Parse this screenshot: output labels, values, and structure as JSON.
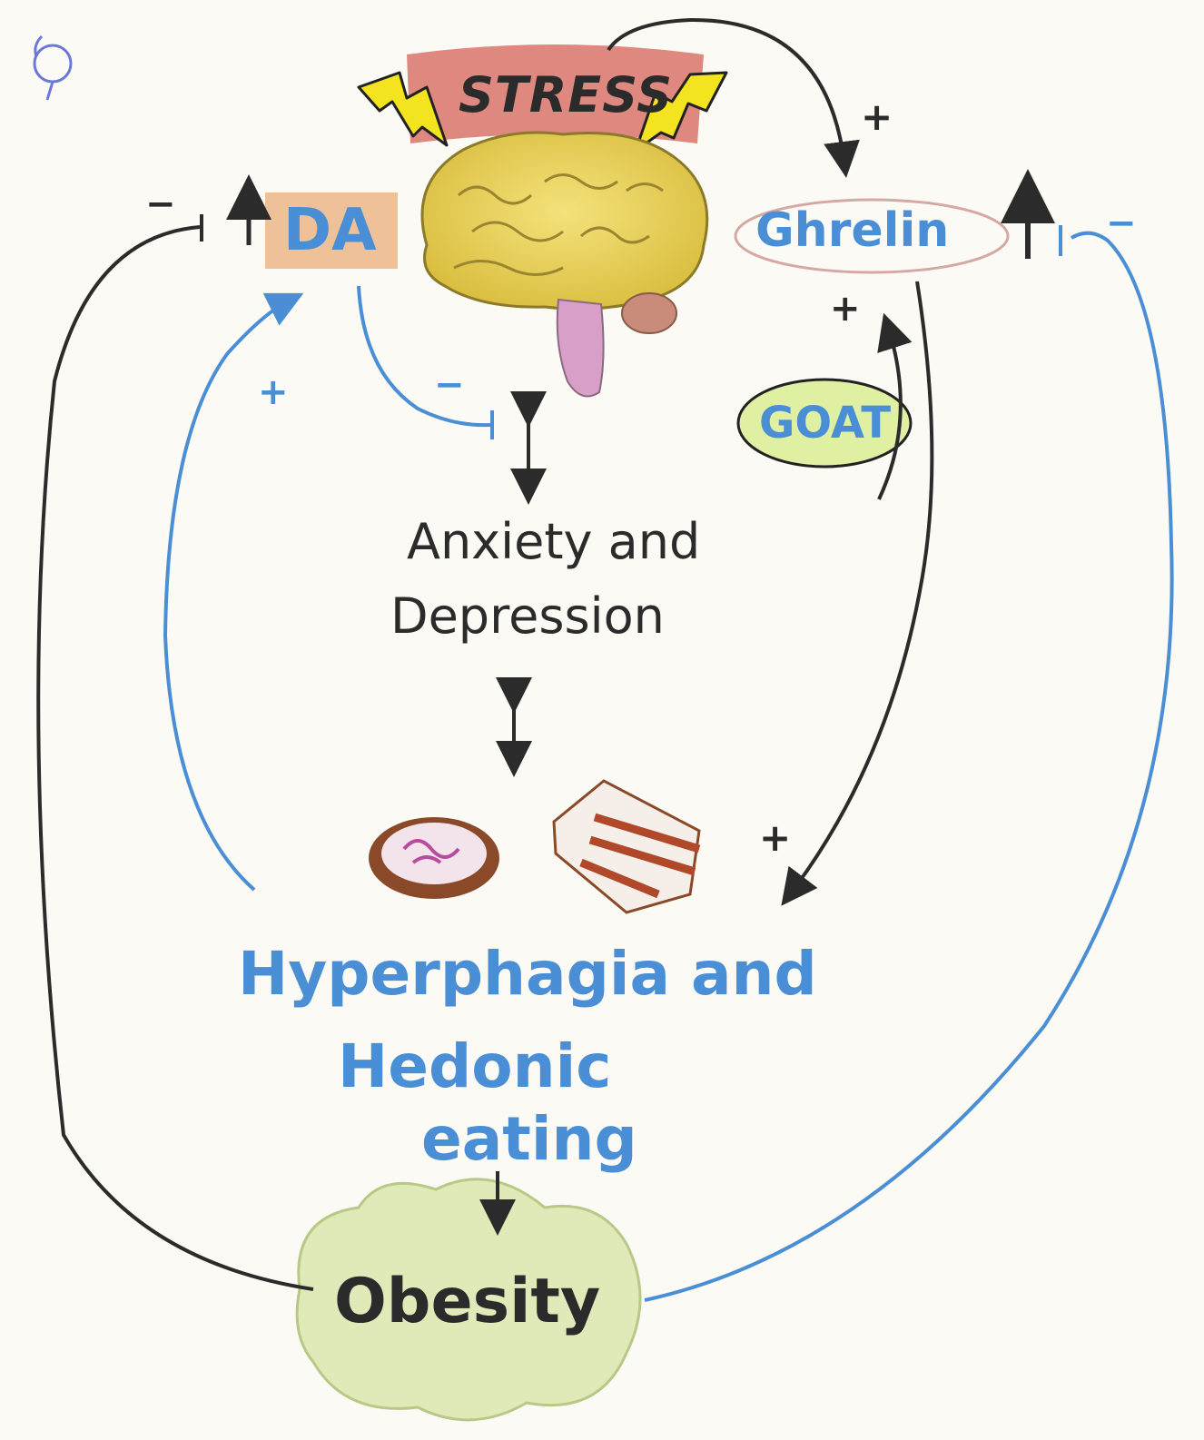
{
  "corner_mark": "ϱ",
  "stress": {
    "label": "STRESS"
  },
  "da": {
    "label": "DA"
  },
  "ghrelin": {
    "label": "Ghrelin"
  },
  "goat": {
    "label": "GOAT"
  },
  "anxiety": {
    "line1": "Anxiety and",
    "line2": "Depression"
  },
  "hyperphagia": {
    "line1": "Hyperphagia and",
    "line2": "Hedonic",
    "line3": "eating"
  },
  "obesity": {
    "label": "Obesity"
  },
  "signs": {
    "plus": "+",
    "minus": "−"
  },
  "colors": {
    "blue_ink": "#4a8ed6",
    "black_ink": "#2b2b2b",
    "stress_band": "#d8736a",
    "lightning": "#f4e31f",
    "brain": "#e9d25a",
    "da_box": "#e8a870",
    "goat_fill": "#dff0a3",
    "obesity_fill": "#dfeab8"
  }
}
